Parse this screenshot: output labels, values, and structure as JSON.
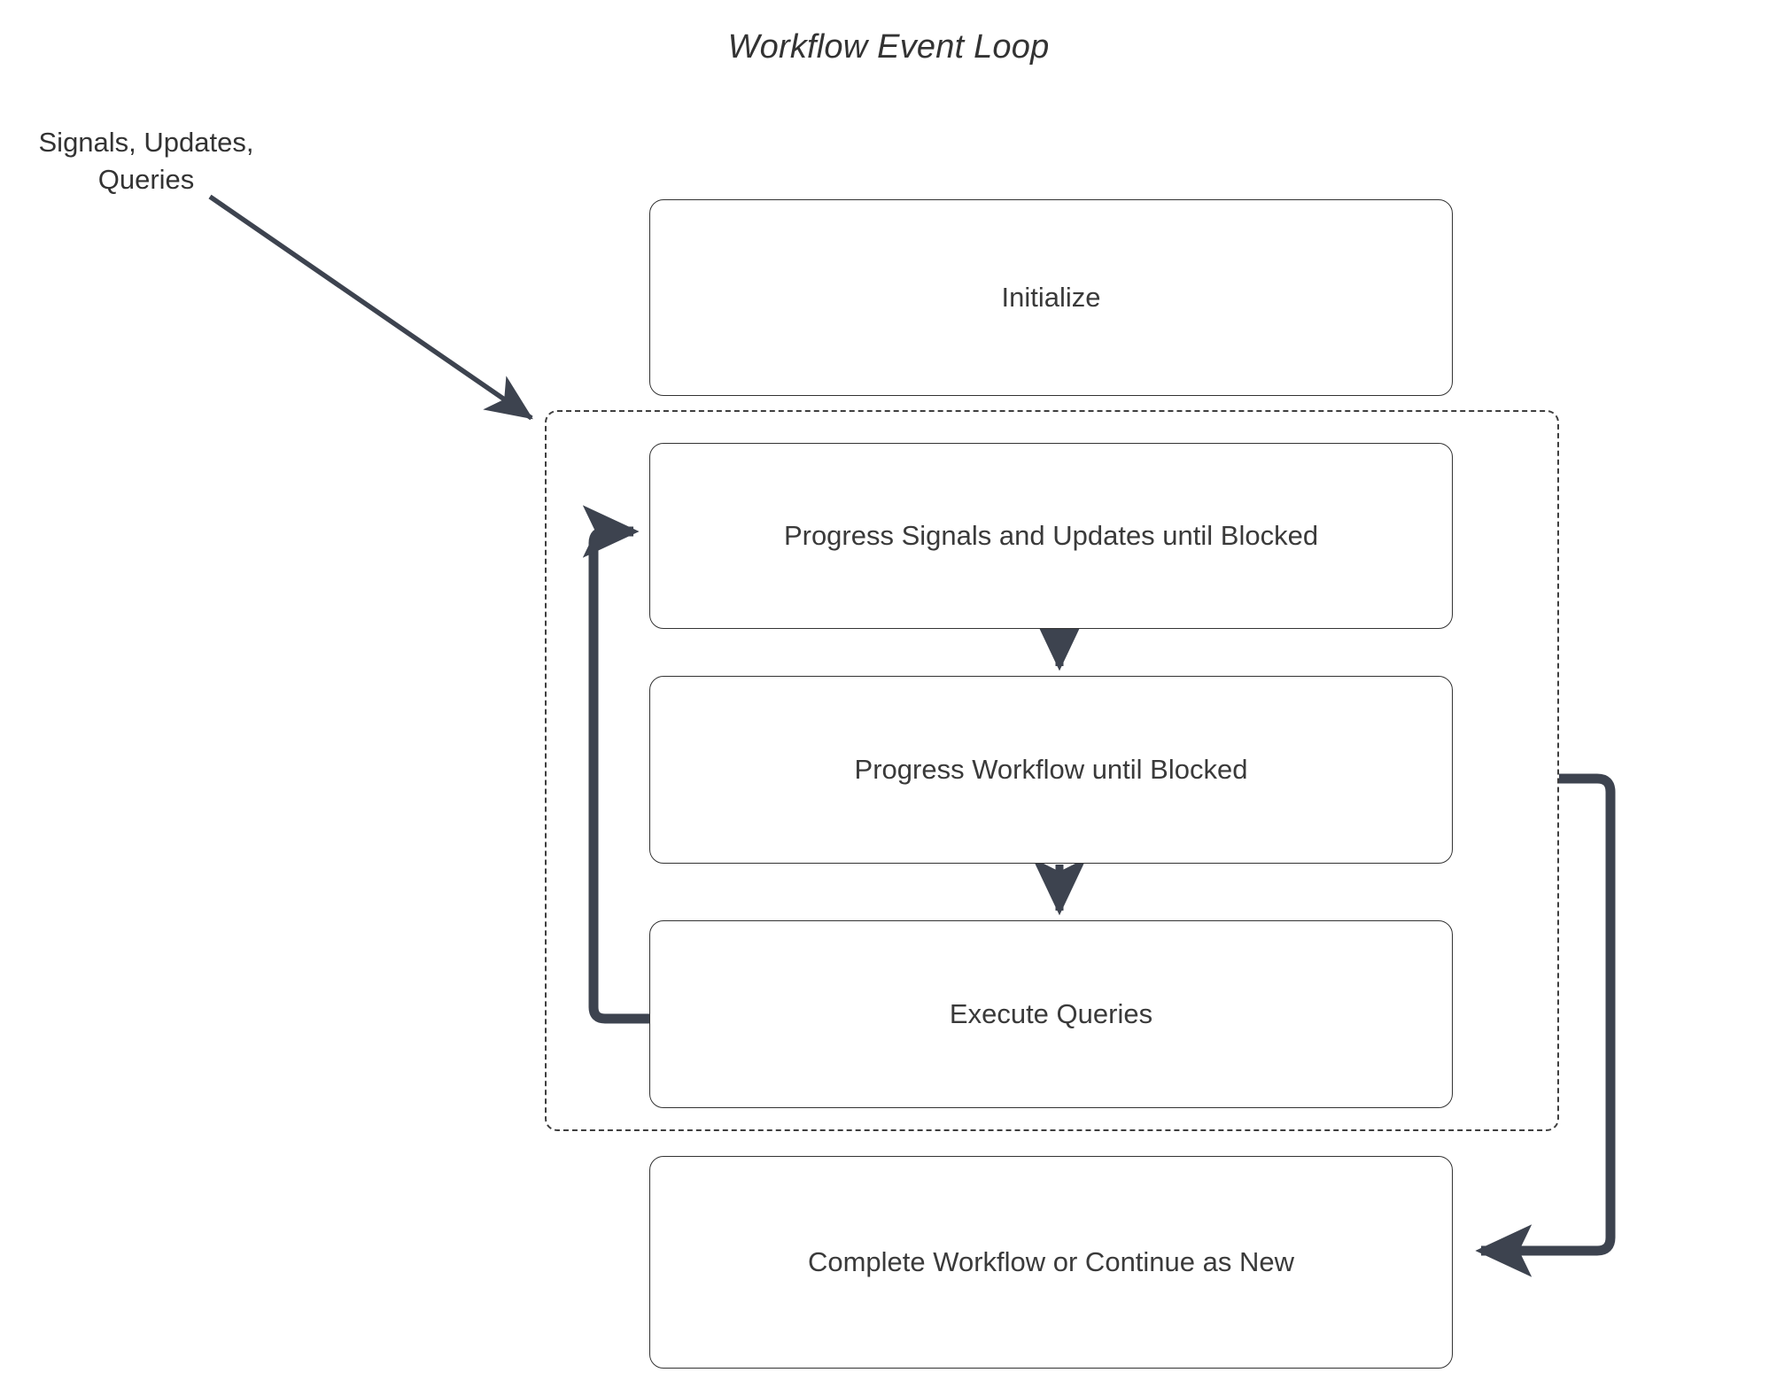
{
  "title": "Workflow Event Loop",
  "external_label": "Signals, Updates,\nQueries",
  "colors": {
    "arrow": "#3d434f",
    "box_border": "#333333",
    "text": "#3a3a3a",
    "dashed_border": "#3f3f3f",
    "background": "#ffffff"
  },
  "nodes": [
    {
      "id": "initialize",
      "label": "Initialize"
    },
    {
      "id": "progress-signals",
      "label": "Progress Signals and Updates until Blocked"
    },
    {
      "id": "progress-workflow",
      "label": "Progress Workflow until Blocked"
    },
    {
      "id": "execute-queries",
      "label": "Execute Queries"
    },
    {
      "id": "complete",
      "label": "Complete Workflow or Continue as New"
    }
  ],
  "loop_group": {
    "style": "dashed",
    "contains": [
      "progress-signals",
      "progress-workflow",
      "execute-queries"
    ]
  },
  "edges": [
    {
      "id": "signals-into-loop",
      "from": "Signals, Updates, Queries",
      "to": "loop-container",
      "style": "thin-diagonal"
    },
    {
      "id": "progress-signals-to-workflow",
      "from": "progress-signals",
      "to": "progress-workflow",
      "style": "vertical"
    },
    {
      "id": "workflow-to-queries",
      "from": "progress-workflow",
      "to": "execute-queries",
      "style": "vertical"
    },
    {
      "id": "queries-back-to-signals",
      "from": "execute-queries",
      "to": "progress-signals",
      "style": "left-loopback"
    },
    {
      "id": "loop-to-complete",
      "from": "loop-container",
      "to": "complete",
      "style": "right-loopback"
    }
  ]
}
